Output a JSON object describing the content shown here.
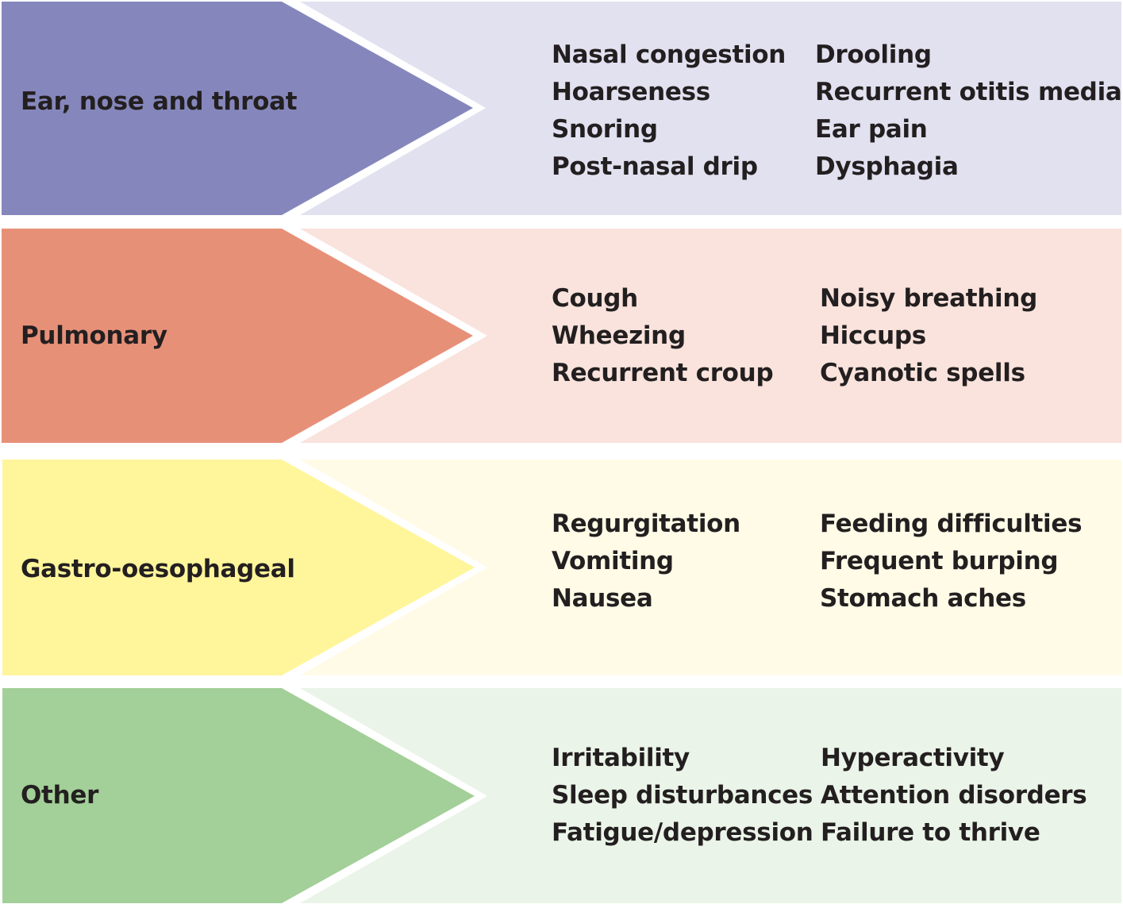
{
  "categories": [
    {
      "label": "Ear, nose and throat",
      "arrow_color": "#8587bc",
      "panel_color": "#e2e1f0",
      "left_items": [
        "Nasal congestion",
        "Hoarseness",
        "Snoring",
        "Post-nasal drip"
      ],
      "right_items": [
        "Drooling",
        "Recurrent otitis media",
        "Ear pain",
        "Dysphagia"
      ]
    },
    {
      "label": "Pulmonary",
      "arrow_color": "#e79078",
      "panel_color": "#f9e3dc",
      "left_items": [
        "Cough",
        "Wheezing",
        "Recurrent croup"
      ],
      "right_items": [
        "Noisy breathing",
        "Hiccups",
        "Cyanotic spells"
      ]
    },
    {
      "label": "Gastro-oesophageal",
      "arrow_color": "#fff59b",
      "panel_color": "#fffbe7",
      "left_items": [
        "Regurgitation",
        "Vomiting",
        "Nausea"
      ],
      "right_items": [
        "Feeding difficulties",
        "Frequent burping",
        "Stomach aches"
      ]
    },
    {
      "label": "Other",
      "arrow_color": "#a3cf98",
      "panel_color": "#ebf4e8",
      "left_items": [
        "Irritability",
        "Sleep disturbances",
        "Fatigue/depression"
      ],
      "right_items": [
        "Hyperactivity",
        "Attention disorders",
        "Failure to thrive"
      ]
    }
  ]
}
